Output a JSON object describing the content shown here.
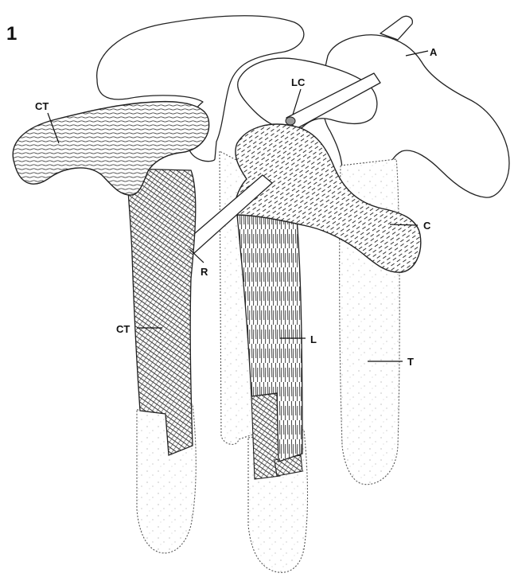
{
  "figure_number": "1",
  "labels": {
    "ct_top": "CT",
    "a": "A",
    "lc": "LC",
    "c": "C",
    "r": "R",
    "ct_mid": "CT",
    "l": "L",
    "t": "T"
  }
}
